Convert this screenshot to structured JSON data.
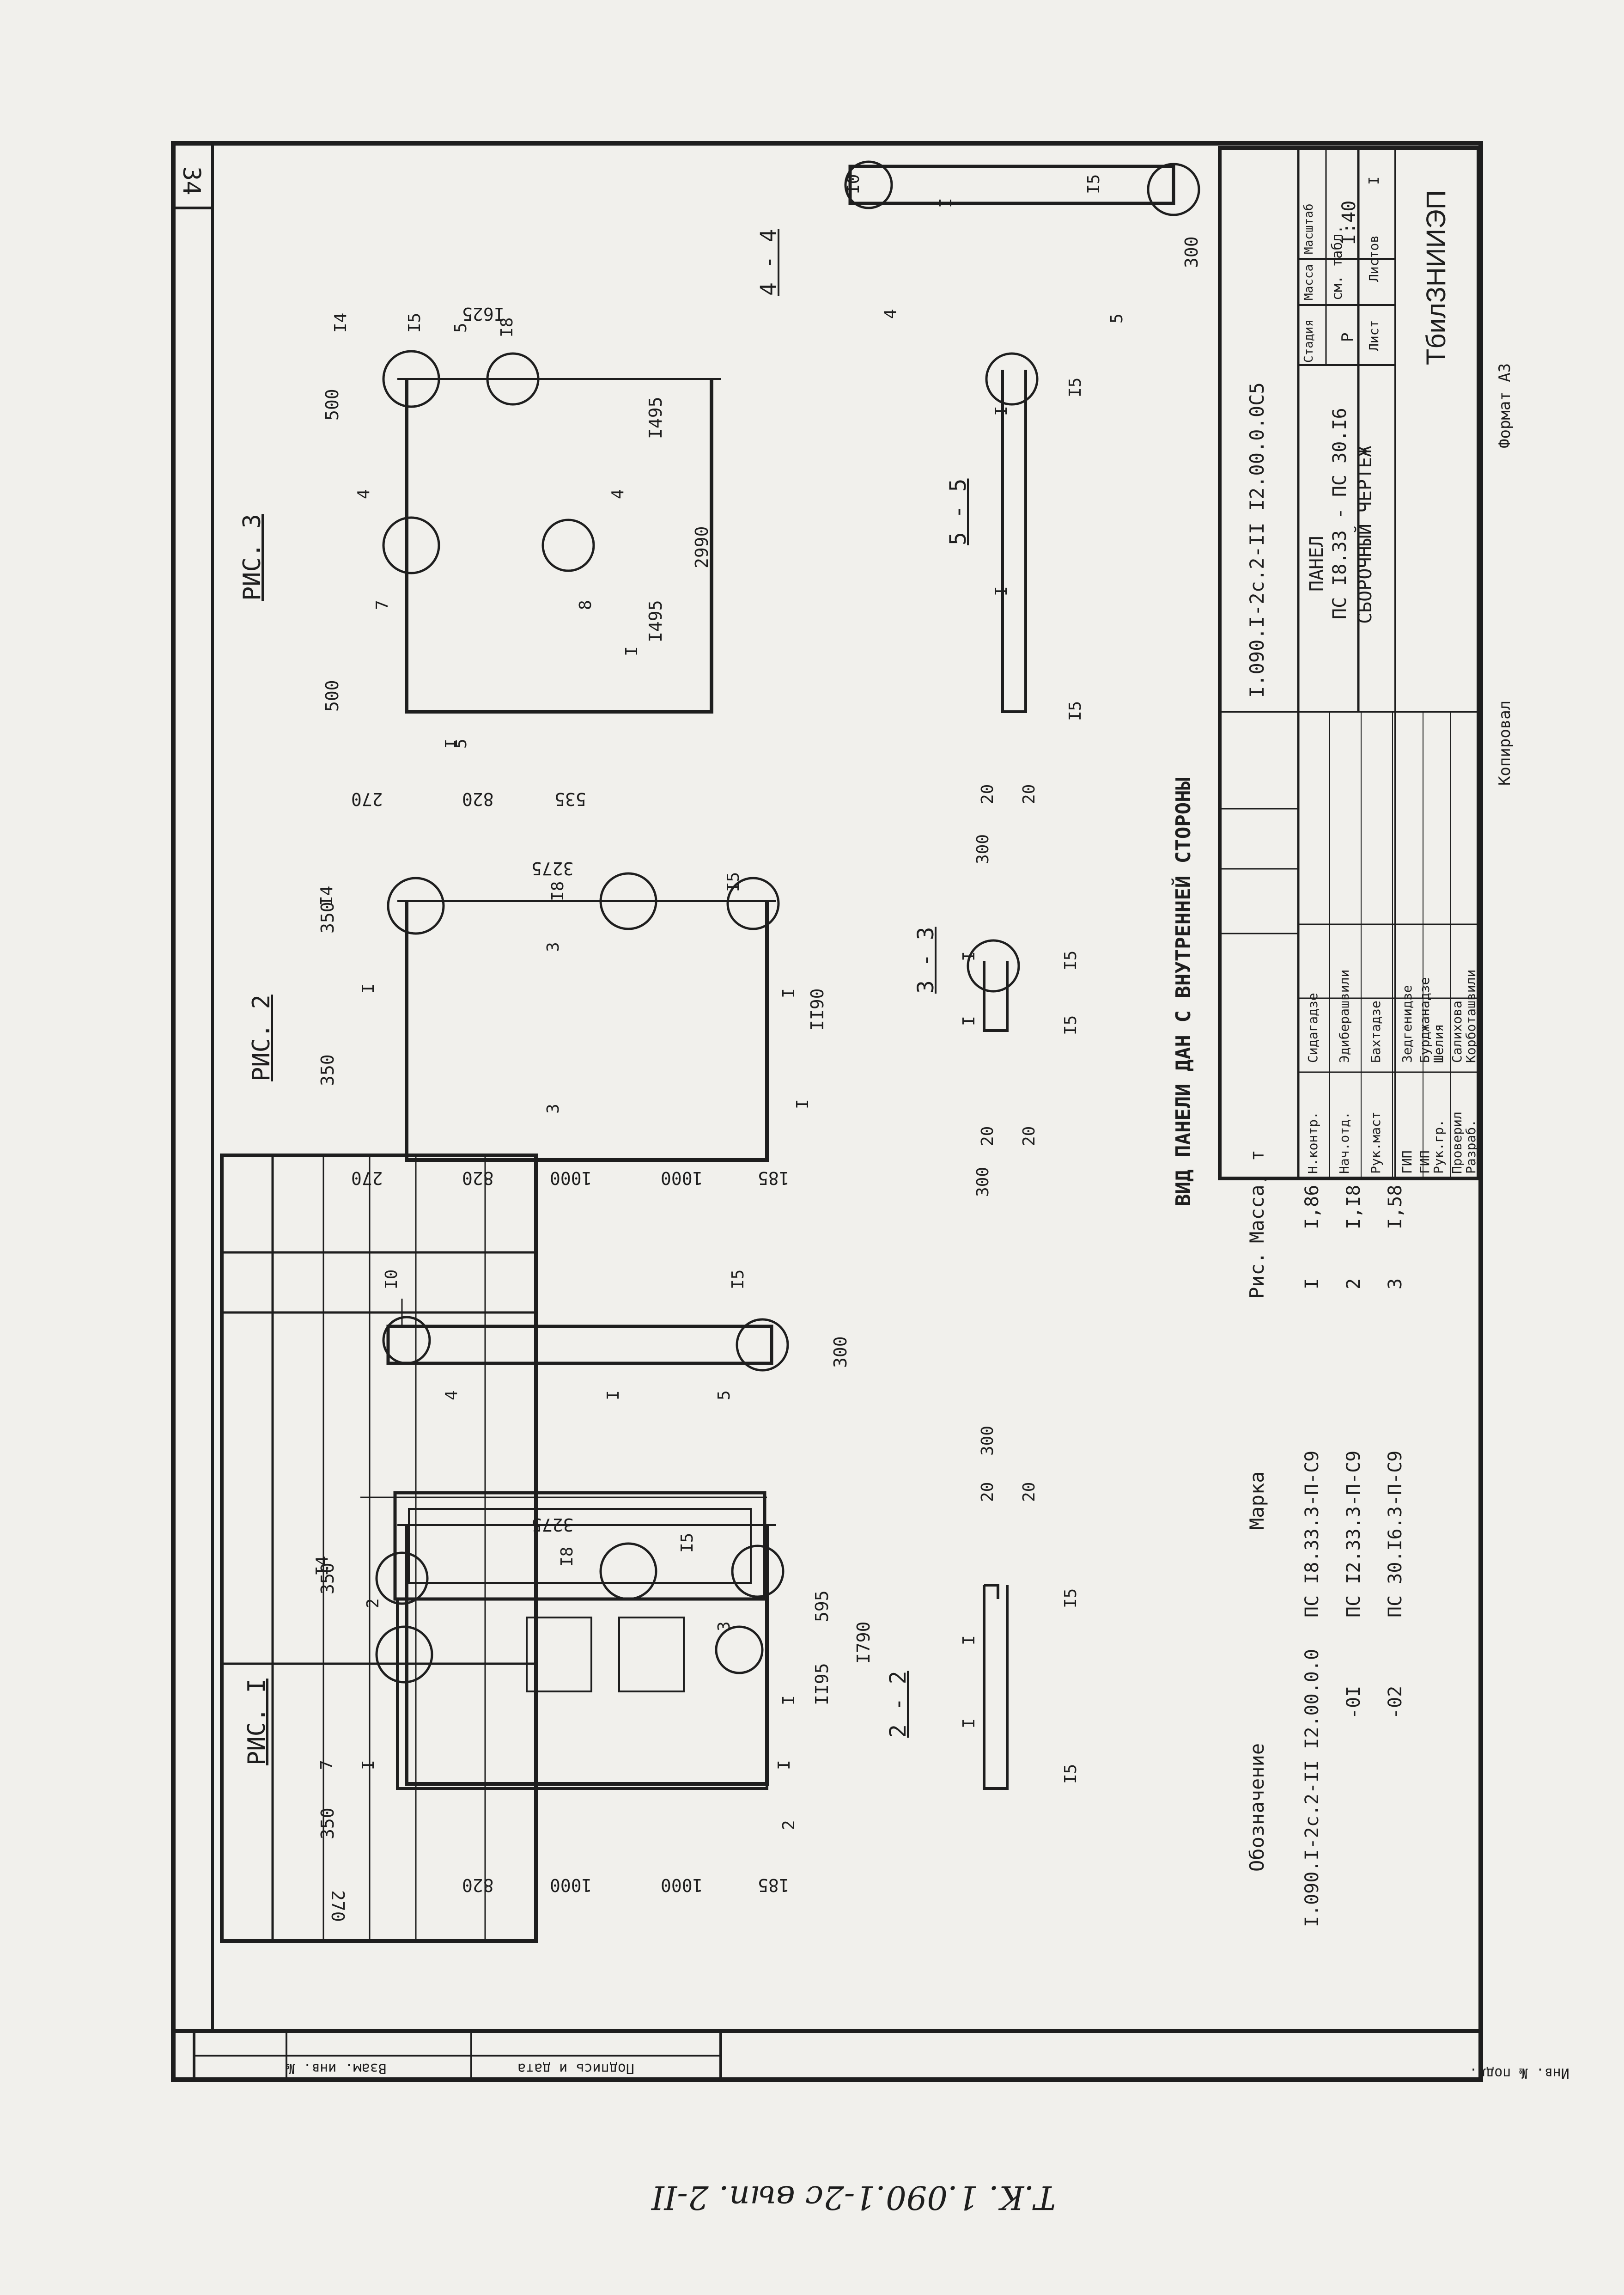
{
  "sheet": {
    "page_number": "34",
    "album_note": "Т.К. 1.090.1-2с  вып. 2-II",
    "format": "Формат А3",
    "copied": "Копировал"
  },
  "side_stamp": {
    "inv_orig": "Инв. № подл.",
    "sign_date": "Подпись и дата",
    "replace_inv": "Взам. инв. №"
  },
  "spec_table": {
    "headers": [
      "Обозначение",
      "Марка",
      "Рис.",
      "Масса, т"
    ],
    "rows": [
      {
        "code": "I.090.I-2c.2-II I2.00.0.0",
        "mark": "ПС I8.33.3-П-С9",
        "fig": "I",
        "mass": "I,86"
      },
      {
        "code": "-0I",
        "mark": "ПС I2.33.3-П-С9",
        "fig": "2",
        "mass": "I,I8"
      },
      {
        "code": "-02",
        "mark": "ПС 30.I6.3-П-С9",
        "fig": "3",
        "mass": "I,58"
      }
    ]
  },
  "view_note": "ВИД ПАНЕЛИ ДАН С ВНУТРЕННЕЙ СТОРОНЫ",
  "fig1": {
    "title": "РИС. I",
    "top": [
      "350",
      "350"
    ],
    "side": [
      "270",
      "820",
      "1000",
      "1000",
      "185"
    ],
    "length": "3275",
    "openings": [
      "595",
      "II95",
      "I790"
    ],
    "marks": [
      "7",
      "I",
      "2",
      "I4",
      "I8",
      "I5",
      "3",
      "I",
      "I",
      "2"
    ]
  },
  "fig2": {
    "title": "РИС. 2",
    "top": [
      "350",
      "350"
    ],
    "side": [
      "270",
      "820",
      "1000",
      "1000",
      "185"
    ],
    "length": "3275",
    "opening": "II90",
    "marks": [
      "I4",
      "I",
      "I8",
      "I5",
      "3",
      "3",
      "I",
      "I"
    ]
  },
  "fig3": {
    "title": "РИС. 3",
    "top": [
      "500",
      "500"
    ],
    "side": [
      "270",
      "820",
      "535"
    ],
    "length": "2990",
    "spans": [
      "I495",
      "I495"
    ],
    "dim_1625": "I625",
    "marks": [
      "I4",
      "I5",
      "I8",
      "7",
      "8",
      "I",
      "4",
      "4",
      "5",
      "5",
      "I"
    ]
  },
  "sections": {
    "s1": {
      "marks": [
        "I0",
        "I5",
        "300",
        "4",
        "I",
        "5"
      ]
    },
    "s22": {
      "title": "2 - 2",
      "dims": [
        "300",
        "20",
        "20"
      ],
      "marks": [
        "I",
        "I",
        "I5",
        "I5"
      ]
    },
    "s33": {
      "title": "3 - 3",
      "dims": [
        "300",
        "20",
        "20"
      ],
      "marks": [
        "I",
        "I",
        "I5",
        "I5"
      ]
    },
    "s55": {
      "title": "5 - 5",
      "dims": [
        "300",
        "20",
        "20"
      ],
      "marks": [
        "I",
        "I",
        "I5",
        "I5"
      ]
    },
    "s44": {
      "title": "4 - 4",
      "marks": [
        "I0",
        "I5",
        "300",
        "4",
        "I",
        "5"
      ]
    }
  },
  "title_block": {
    "code": "I.090.I-2c.2-II I2.00.0.0C5",
    "name_lines": [
      "ПАНЕЛ",
      "ПС I8.33 - ПС 30.I6",
      "СБОРОЧНЫЙ ЧЕРТЕЖ"
    ],
    "stage_h": "Стадия",
    "mass_h": "Масса",
    "scale_h": "Масштаб",
    "stage": "Р",
    "mass": "см. табл.",
    "scale": "I:40",
    "sheet_h": "Лист",
    "sheets_h": "Листов",
    "sheets": "I",
    "org": "ТбилЗНИИЭП",
    "people": [
      {
        "role": "Н.контр.",
        "name": "Сидагадзе"
      },
      {
        "role": "Нач.отд.",
        "name": "Эдиберашвили"
      },
      {
        "role": "Рук.маст",
        "name": "Бахтадзе"
      },
      {
        "role": "ГИП",
        "name": "Зедгенидзе"
      },
      {
        "role": "ГИП",
        "name": "Бурджанадзе"
      },
      {
        "role": "Рук.гр.",
        "name": "Шелия"
      },
      {
        "role": "Проверил",
        "name": "Салихова"
      },
      {
        "role": "Разраб.",
        "name": "Корботашвили"
      }
    ]
  }
}
